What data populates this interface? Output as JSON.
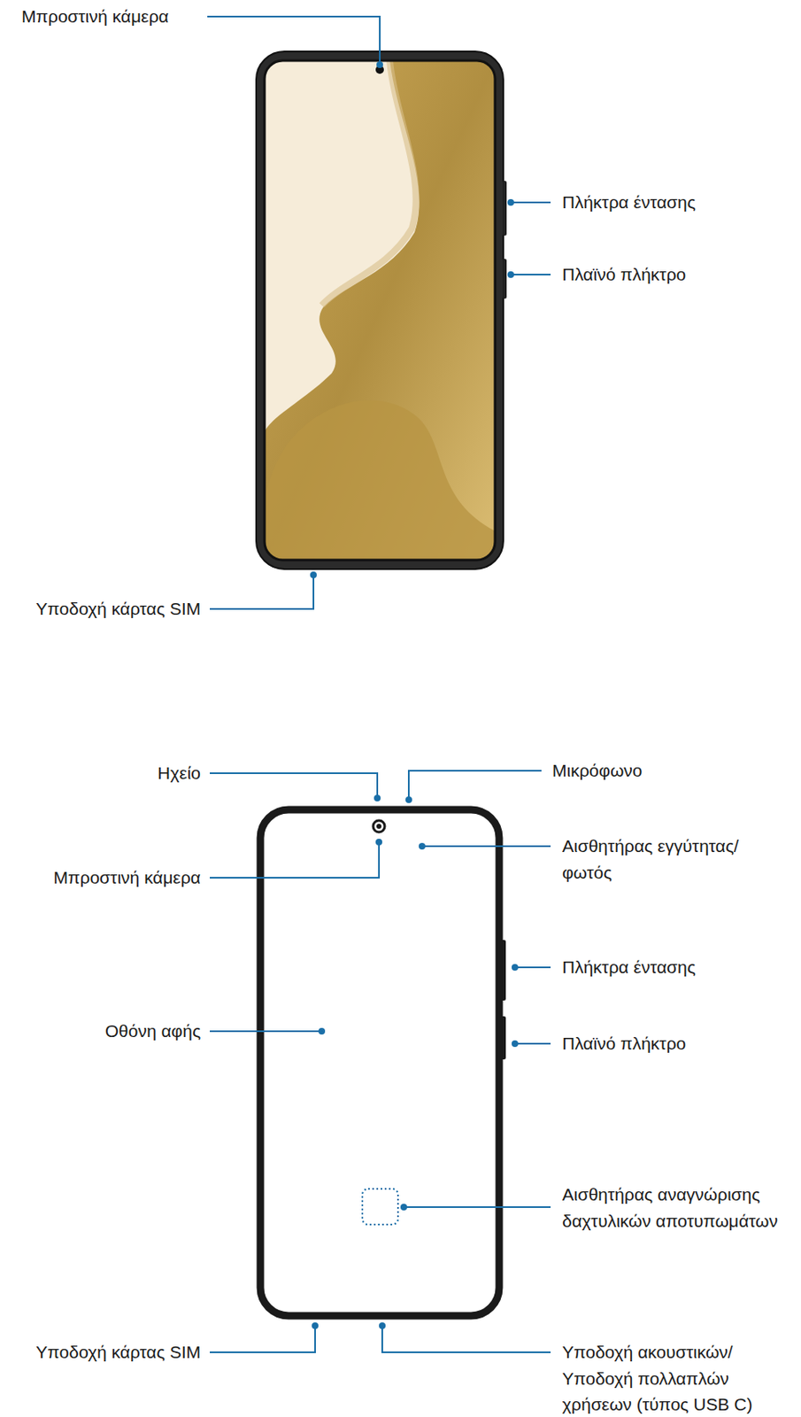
{
  "diagram": {
    "labels": [
      "Μπροστινή κάμερα",
      "Πλήκτρα έντασης",
      "Πλαϊνό πλήκτρο",
      "Υποδοχή κάρτας SIM",
      "Ηχείο",
      "Μικρόφωνο",
      "Αισθητήρας εγγύτητας/ φωτός",
      "Μπροστινή κάμερα",
      "Πλήκτρα έντασης",
      "Οθόνη αφής",
      "Πλαϊνό πλήκτρο",
      "Αισθητήρας αναγνώρισης δαχτυλικών αποτυπωμάτων",
      "Υποδοχή κάρτας SIM",
      "Υποδοχή ακουστικών/ Υποδοχή πολλαπλών χρήσεων (τύπος USB C)"
    ]
  }
}
